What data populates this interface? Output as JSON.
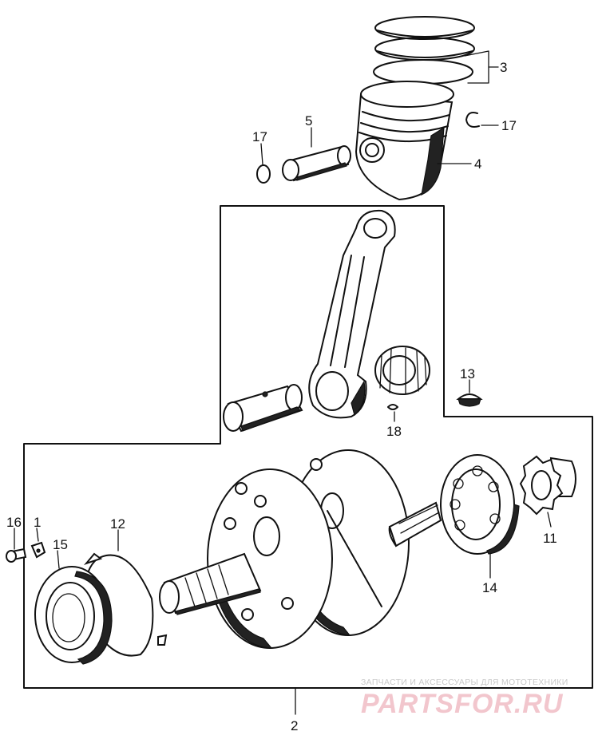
{
  "diagram": {
    "part_labels": {
      "p1": "1",
      "p2": "2",
      "p3": "3",
      "p4": "4",
      "p5": "5",
      "p11": "11",
      "p12": "12",
      "p13": "13",
      "p14": "14",
      "p15": "15",
      "p16": "16",
      "p17a": "17",
      "p17b": "17",
      "p18": "18"
    },
    "watermark": {
      "caption": "ЗАПЧАСТИ И АКСЕССУАРЫ ДЛЯ МОТОТЕХНИКИ",
      "logo_text": "PARTSFOR.RU"
    }
  }
}
